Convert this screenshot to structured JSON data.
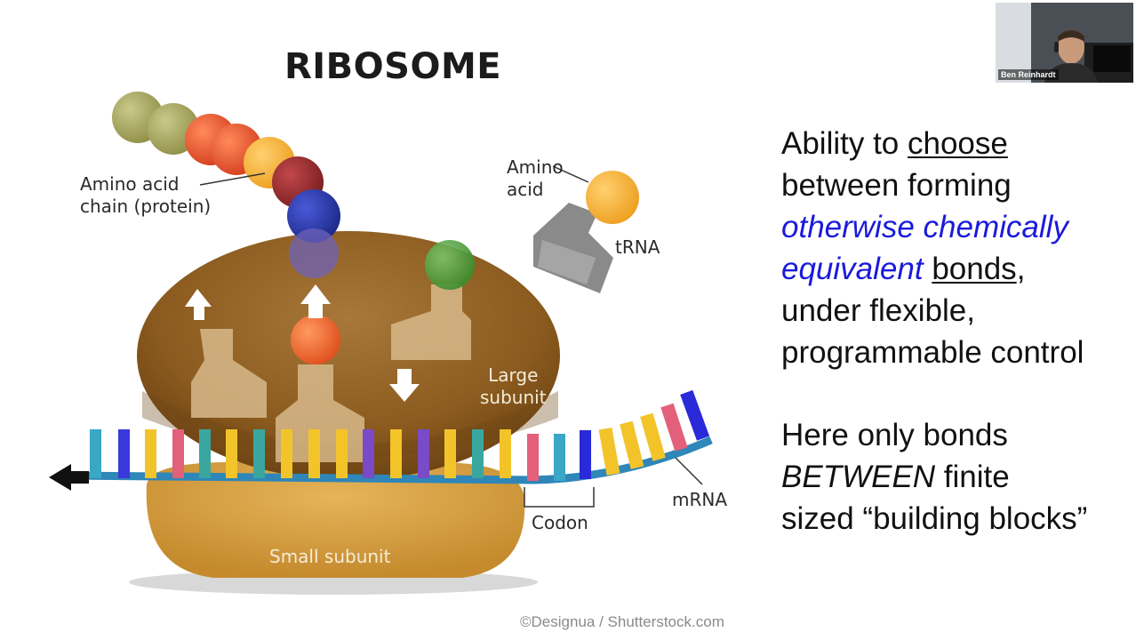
{
  "slide": {
    "title": "RIBOSOME",
    "labels": {
      "amino_acid_chain": [
        "Amino acid",
        "chain (protein)"
      ],
      "amino_acid": [
        "Amino",
        "acid"
      ],
      "trna": "tRNA",
      "large_subunit": [
        "Large",
        "subunit"
      ],
      "small_subunit": "Small subunit",
      "codon": "Codon",
      "mrna": "mRNA"
    },
    "credit": "©Designua / Shutterstock.com",
    "text1": {
      "l1_a": "Ability to ",
      "l1_b": "choose",
      "l2": "between forming",
      "l3": "otherwise chemically",
      "l4_a": "equivalent",
      "l4_b": "bonds",
      "l4_c": ",",
      "l5": "under flexible,",
      "l6": "programmable control"
    },
    "text2": {
      "l1": "Here only bonds",
      "l2_a": "BETWEEN",
      "l2_b": " finite",
      "l3": "sized “building blocks”"
    }
  },
  "webcam": {
    "name": "Ben Reinhardt"
  },
  "colors": {
    "ribosome_large": "#8a5a1e",
    "ribosome_small": "#d49a3a",
    "mrna_backbone": "#2f86b8",
    "text_blue": "#1a1adc"
  }
}
